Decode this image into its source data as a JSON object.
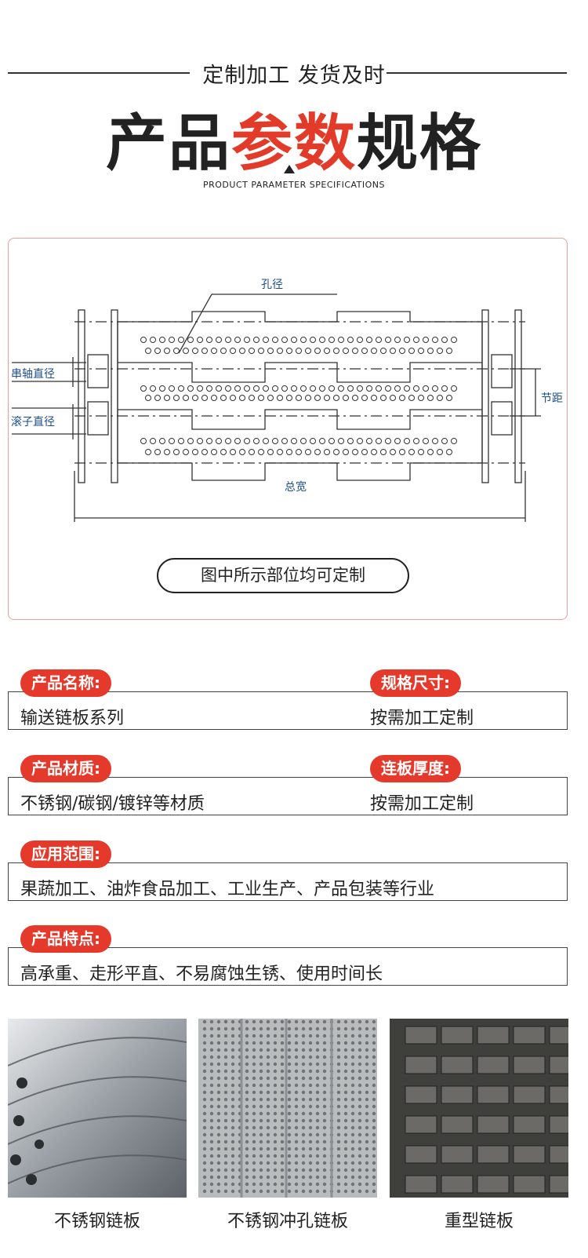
{
  "header": {
    "subtitle": "定制加工 发货及时",
    "title_part1": "产品",
    "title_part2": "参数",
    "title_part3": "规格",
    "english": "PRODUCT PARAMETER SPECIFICATIONS"
  },
  "diagram": {
    "label_hole": "孔径",
    "label_shaft": "串轴直径",
    "label_roller": "滚子直径",
    "label_pitch": "节距",
    "label_width": "总宽",
    "note": "图中所示部位均可定制"
  },
  "specs": {
    "name_label": "产品名称:",
    "name_value": "输送链板系列",
    "size_label": "规格尺寸:",
    "size_value": "按需加工定制",
    "material_label": "产品材质:",
    "material_value": "不锈钢/碳钢/镀锌等材质",
    "thickness_label": "连板厚度:",
    "thickness_value": "按需加工定制",
    "application_label": "应用范围:",
    "application_value": "果蔬加工、油炸食品加工、工业生产、产品包装等行业",
    "feature_label": "产品特点:",
    "feature_value": "高承重、走形平直、不易腐蚀生锈、使用时间长"
  },
  "photos": [
    {
      "caption": "不锈钢链板"
    },
    {
      "caption": "不锈钢冲孔链板"
    },
    {
      "caption": "重型链板"
    }
  ],
  "colors": {
    "accent": "#e53a2b",
    "diagram_label": "#1e4e8c"
  }
}
